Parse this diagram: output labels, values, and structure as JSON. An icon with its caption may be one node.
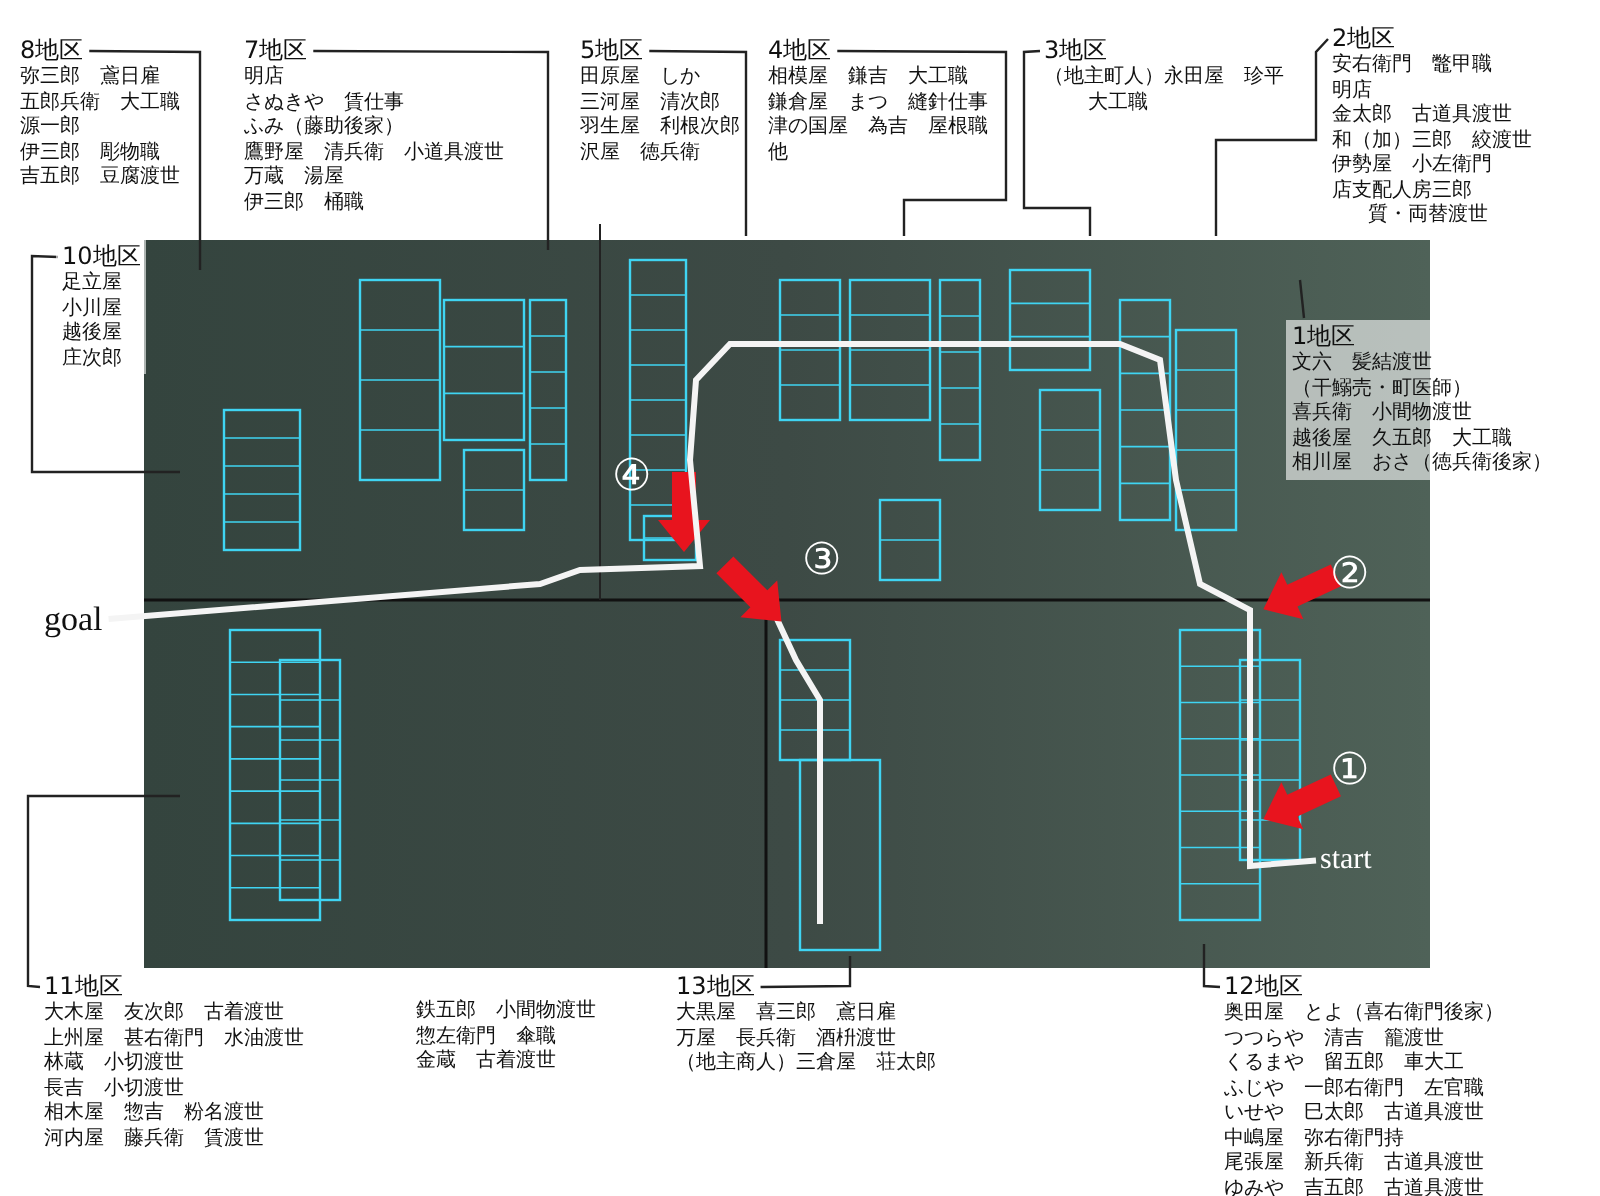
{
  "diagram": {
    "nodes": [
      {
        "text": [
          "8地区",
          "弥三郎　鳶日雇",
          "五郎兵衛　大工職",
          "源一郎",
          "伊三郎　彫物職",
          "吉五郎　豆腐渡世"
        ]
      },
      {
        "text": [
          "7地区",
          "明店",
          "さぬきや　賃仕事",
          "ふみ（藤助後家）",
          "鷹野屋　清兵衛　小道具渡世",
          "万蔵　湯屋",
          "伊三郎　桶職"
        ]
      },
      {
        "text": [
          "5地区",
          "田原屋　しか",
          "三河屋　清次郎",
          "羽生屋　利根次郎",
          "沢屋　徳兵衛"
        ]
      },
      {
        "text": [
          "4地区",
          "相模屋　鎌吉　大工職",
          "鎌倉屋　まつ　縫針仕事",
          "津の国屋　為吉　屋根職",
          "他"
        ]
      },
      {
        "text": [
          "3地区",
          "（地主町人）永田屋　珍平",
          "大工職"
        ]
      },
      {
        "text": [
          "2地区",
          "安右衛門　鼈甲職",
          "明店",
          "金太郎　古道具渡世",
          "和（加）三郎　絞渡世",
          "伊勢屋　小左衛門",
          "店支配人房三郎",
          "質・両替渡世"
        ]
      },
      {
        "text": [
          "10地区",
          "足立屋",
          "小川屋",
          "越後屋",
          "庄次郎"
        ]
      },
      {
        "text": [
          "1地区",
          "文六　髪結渡世",
          "（干鰯売・町医師）",
          "喜兵衛　小間物渡世",
          "越後屋　久五郎　大工職",
          "相川屋　おさ（徳兵衛後家）"
        ]
      },
      {
        "text": [
          "11地区",
          "大木屋　友次郎　古着渡世",
          "上州屋　甚右衛門　水油渡世",
          "林蔵　小切渡世",
          "長吉　小切渡世",
          "相木屋　惣吉　粉名渡世",
          "河内屋　藤兵衛　賃渡世"
        ]
      },
      {
        "text": [
          "鉄五郎　小間物渡世",
          "惣左衛門　傘職",
          "金蔵　古着渡世"
        ]
      },
      {
        "text": [
          "13地区",
          "大黒屋　喜三郎　鳶日雇",
          "万屋　長兵衛　酒枡渡世",
          "（地主商人）三倉屋　荘太郎"
        ]
      },
      {
        "text": [
          "12地区",
          "奥田屋　とよ（喜右衛門後家）",
          "つつらや　清吉　籠渡世",
          "くるまや　留五郎　車大工",
          "ふじや　一郎右衛門　左官職",
          "いせや　巳太郎　古道具渡世",
          "中嶋屋　弥右衛門持",
          "尾張屋　新兵衛　古道具渡世",
          "ゆみや　吉五郎　古道具渡世"
        ]
      },
      {
        "text": [
          "start"
        ]
      },
      {
        "text": [
          "goal"
        ]
      }
    ],
    "edges": [
      {
        "from": 0,
        "to": null,
        "arrow": "none"
      },
      {
        "from": 1,
        "to": null,
        "arrow": "none"
      },
      {
        "from": 2,
        "to": null,
        "arrow": "none"
      },
      {
        "from": 3,
        "to": null,
        "arrow": "none"
      },
      {
        "from": 4,
        "to": null,
        "arrow": "none"
      },
      {
        "from": 5,
        "to": null,
        "arrow": "none"
      },
      {
        "from": 6,
        "to": null,
        "arrow": "none"
      },
      {
        "from": 7,
        "to": null,
        "arrow": "none"
      },
      {
        "from": 8,
        "to": null,
        "arrow": "none"
      },
      {
        "from": 10,
        "to": null,
        "arrow": "none"
      },
      {
        "from": 11,
        "to": null,
        "arrow": "none"
      },
      {
        "from": 12,
        "to": 13,
        "arrow": "none",
        "style": "thick",
        "color": "#f4f4f4"
      }
    ],
    "labels": [
      "④",
      "③",
      "②",
      "①"
    ]
  }
}
